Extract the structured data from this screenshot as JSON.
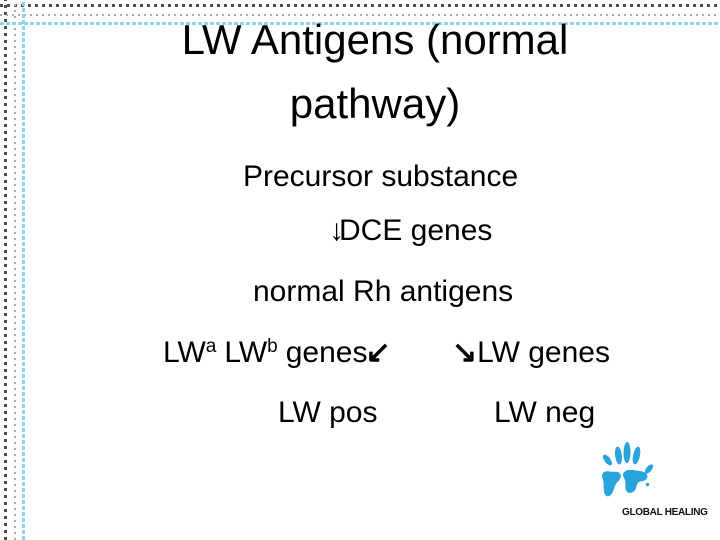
{
  "slide": {
    "title": {
      "line1": "LW Antigens (normal",
      "line2": "pathway)"
    },
    "body": {
      "precursor": "Precursor substance",
      "dce": {
        "arrow": "↓",
        "label": "DCE genes"
      },
      "normal_rh": "normal Rh antigens",
      "lw_left": {
        "lw1": "LW",
        "sup1": "a",
        "lw2": "LW",
        "sup2": "b",
        "genes": "genes",
        "arrow": "↙"
      },
      "lw_right": {
        "arrow": "↘",
        "label": "LW genes"
      },
      "results": {
        "pos": "LW pos",
        "neg": "LW neg"
      }
    },
    "logo": {
      "caption": "GLOBAL HEALING",
      "hand_color": "#29a3dc"
    },
    "colors": {
      "text": "#000000",
      "background": "#ffffff",
      "border_outer": "#4d4d4d",
      "border_middle": "#ababab",
      "border_inner": "#8cd7e7"
    }
  }
}
